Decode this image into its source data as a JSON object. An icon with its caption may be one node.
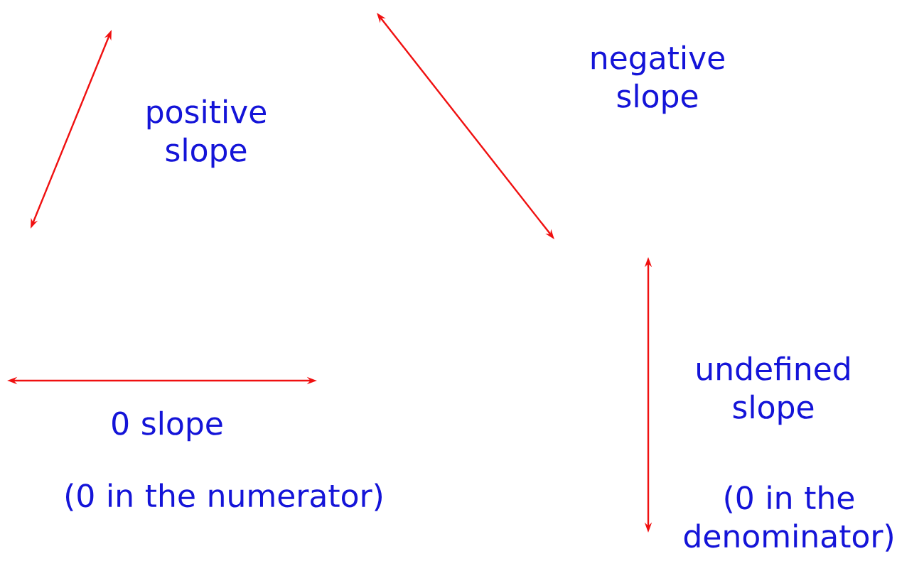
{
  "diagram": {
    "labels": [
      "positive slope",
      "negative slope",
      "0 slope",
      "(0 in the numerator)",
      "undefined slope",
      "(0 in the denominator)"
    ]
  }
}
